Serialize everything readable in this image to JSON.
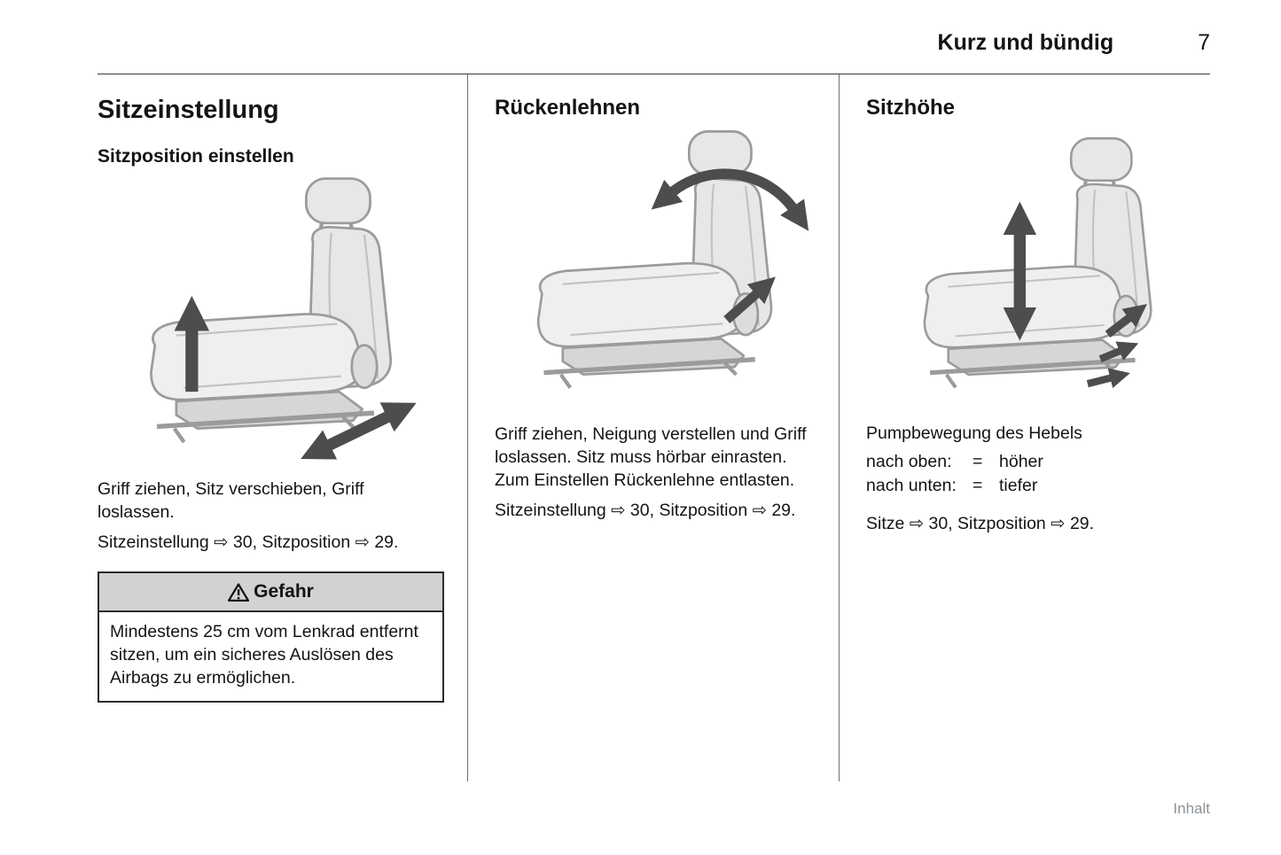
{
  "header": {
    "section_title": "Kurz und bündig",
    "page_number": "7"
  },
  "footer": {
    "inhalt_link": "Inhalt"
  },
  "icons": {
    "warning": "warning-triangle-icon",
    "cross_reference_arrow": "⇨"
  },
  "columns": {
    "seat_adjustment": {
      "title": "Sitzeinstellung",
      "subtitle": "Sitzposition einstellen",
      "illustration": "seat-with-forward-back-arrows",
      "p1": "Griff ziehen, Sitz verschieben, Griff loslassen.",
      "p2": "Sitzeinstellung ⇨ 30, Sitzposition ⇨ 29.",
      "danger": {
        "title": "Gefahr",
        "body": "Mindestens 25 cm vom Lenkrad entfernt sitzen, um ein sicheres Auslösen des Airbags zu ermöglichen."
      }
    },
    "backrests": {
      "title": "Rückenlehnen",
      "illustration": "seat-with-recline-arrows",
      "p1": "Griff ziehen, Neigung verstellen und Griff loslassen. Sitz muss hörbar einrasten. Zum Einstellen Rückenlehne entlasten.",
      "p2": "Sitzeinstellung ⇨ 30, Sitzposition ⇨ 29."
    },
    "seat_height": {
      "title": "Sitzhöhe",
      "illustration": "seat-with-height-arrows",
      "p1": "Pumpbewegung des Hebels",
      "rows": [
        {
          "label": "nach oben:",
          "eq": "=",
          "value": "höher"
        },
        {
          "label": "nach unten:",
          "eq": "=",
          "value": "tiefer"
        }
      ],
      "p2": "Sitze ⇨ 30, Sitzposition ⇨ 29."
    }
  }
}
